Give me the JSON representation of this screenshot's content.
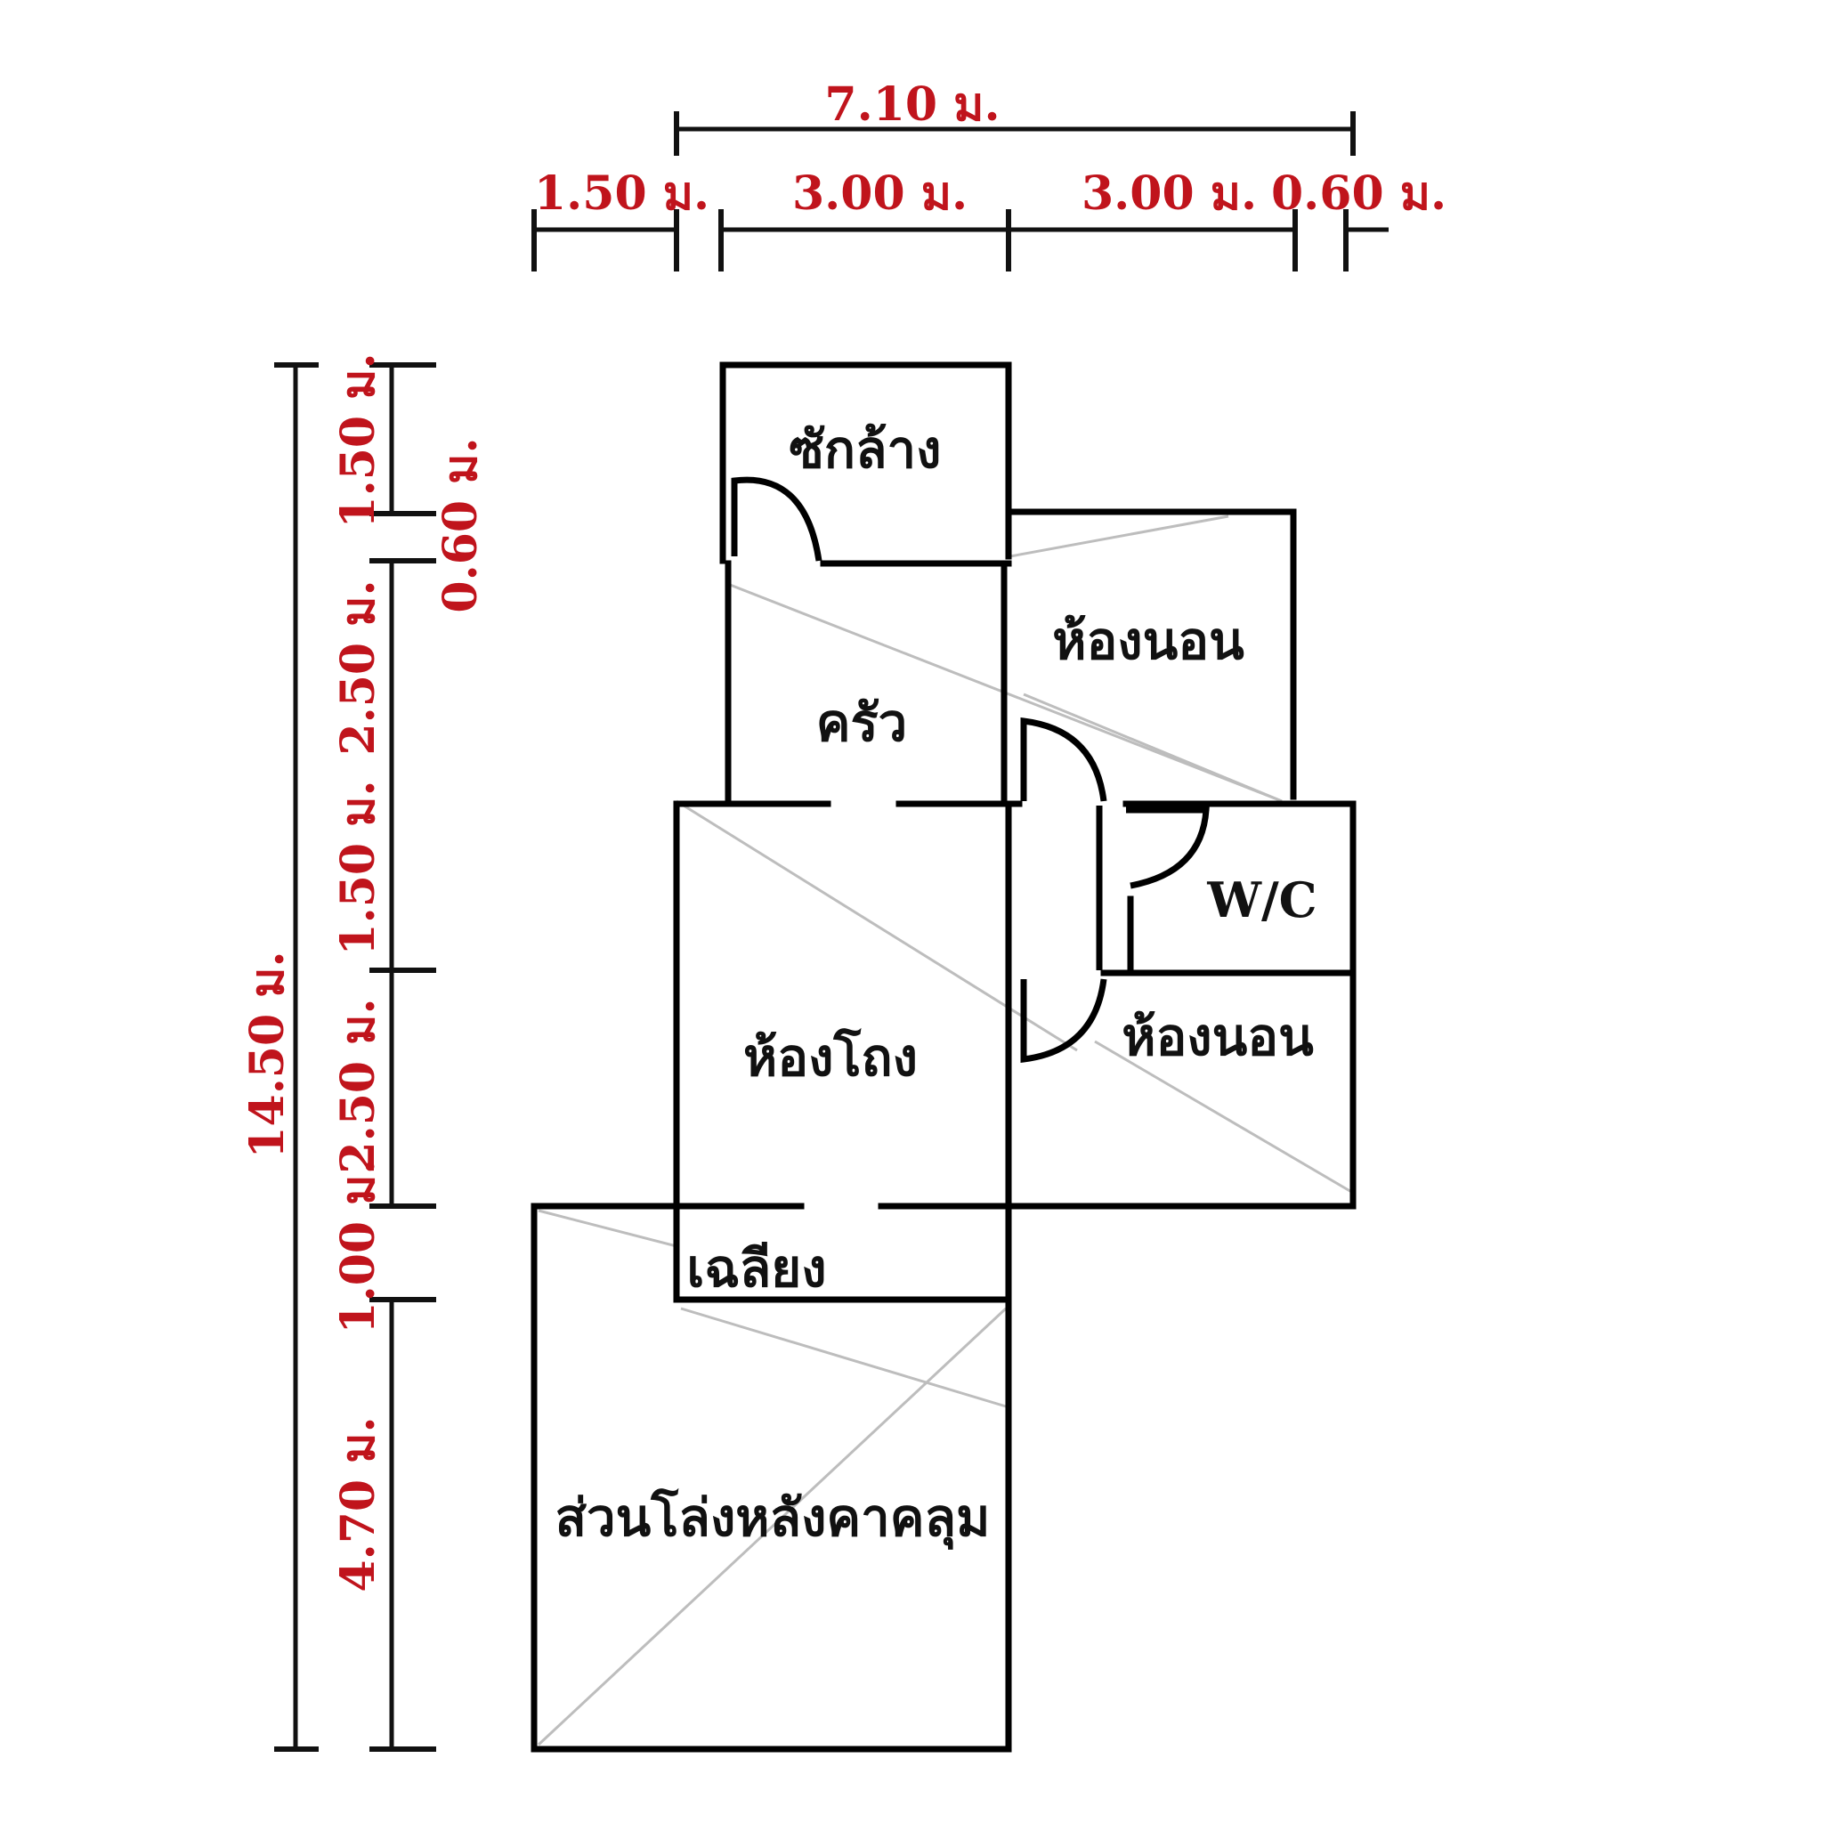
{
  "dimensions": {
    "top_total": "7.10 ม.",
    "top_segments": [
      "1.50 ม.",
      "3.00 ม.",
      "3.00 ม.",
      "0.60 ม."
    ],
    "left_total": "14.50 ม.",
    "left_segments": [
      "1.50 ม.",
      "0.60 ม.",
      "2.50 ม.",
      "1.50 ม.",
      "2.50 ม.",
      "1.00 ม.",
      "4.70 ม."
    ]
  },
  "rooms": {
    "laundry": "ซักล้าง",
    "bedroom_top": "ห้องนอน",
    "kitchen": "ครัว",
    "wc": "W/C",
    "hall": "ห้องโถง",
    "bedroom_bottom": "ห้องนอน",
    "porch": "เฉลียง",
    "covered_area": "ส่วนโล่งหลังคาคลุม"
  }
}
